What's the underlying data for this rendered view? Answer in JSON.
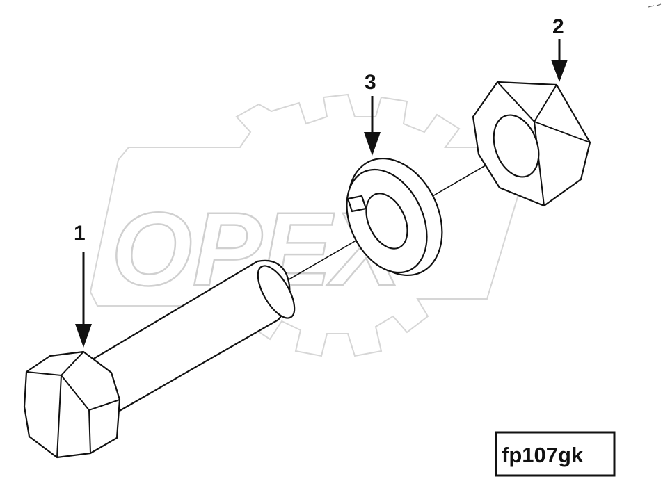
{
  "diagram": {
    "watermark_text": "OPEX",
    "reference_code": "fp107gk",
    "callouts": [
      {
        "label": "1",
        "part": "bolt"
      },
      {
        "label": "2",
        "part": "nut"
      },
      {
        "label": "3",
        "part": "washer"
      }
    ]
  },
  "colors": {
    "line": "#111111",
    "watermark": "#d6d6d6",
    "background": "#ffffff"
  }
}
